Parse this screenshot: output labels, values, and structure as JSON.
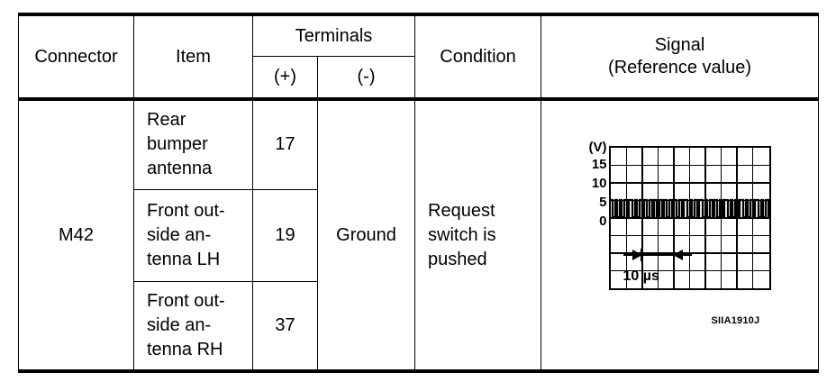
{
  "table": {
    "headers": {
      "connector": "Connector",
      "item": "Item",
      "terminals": "Terminals",
      "terminal_plus": "(+)",
      "terminal_minus": "(-)",
      "condition": "Condition",
      "signal_line1": "Signal",
      "signal_line2": "(Reference value)"
    },
    "connector": "M42",
    "ground": "Ground",
    "condition": "Request\nswitch is\npushed",
    "rows": [
      {
        "item": "Rear\nbumper\nantenna",
        "terminal_plus": "17"
      },
      {
        "item": "Front out-\nside an-\ntenna LH",
        "terminal_plus": "19"
      },
      {
        "item": "Front out-\nside an-\ntenna RH",
        "terminal_plus": "37"
      }
    ]
  },
  "waveform": {
    "y_axis_unit": "(V)",
    "y_ticks": [
      "15",
      "10",
      "5",
      "0"
    ],
    "time_label": "10 µs",
    "reference_code": "SIIA1910J",
    "grid_columns": 10,
    "grid_rows": 8,
    "signal_low_v": 0,
    "signal_high_v": 5,
    "signal_type": "pulse-train"
  },
  "colors": {
    "ink": "#000000",
    "paper": "#ffffff"
  }
}
